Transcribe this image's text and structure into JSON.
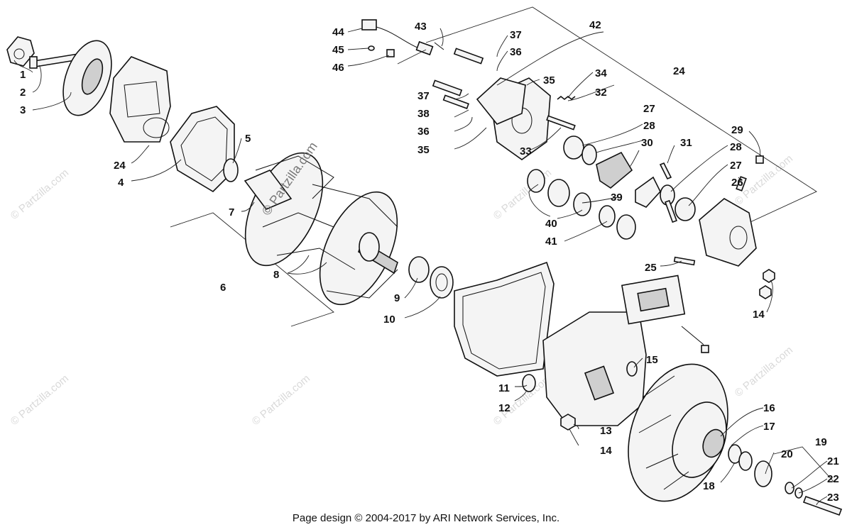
{
  "callouts": {
    "c1": "1",
    "c2": "2",
    "c3": "3",
    "c4": "4",
    "c5": "5",
    "c6": "6",
    "c7": "7",
    "c8": "8",
    "c9": "9",
    "c10": "10",
    "c11": "11",
    "c12": "12",
    "c13": "13",
    "c14a": "14",
    "c14b": "14",
    "c15": "15",
    "c16": "16",
    "c17": "17",
    "c18": "18",
    "c19": "19",
    "c20": "20",
    "c21": "21",
    "c22": "22",
    "c23": "23",
    "c24a": "24",
    "c24b": "24",
    "c25": "25",
    "c26": "26",
    "c27a": "27",
    "c27b": "27",
    "c28a": "28",
    "c28b": "28",
    "c29": "29",
    "c30": "30",
    "c31": "31",
    "c32": "32",
    "c33": "33",
    "c34": "34",
    "c35a": "35",
    "c35b": "35",
    "c36a": "36",
    "c36b": "36",
    "c37a": "37",
    "c37b": "37",
    "c38": "38",
    "c39": "39",
    "c40": "40",
    "c41": "41",
    "c42": "42",
    "c43": "43",
    "c44": "44",
    "c45": "45",
    "c46": "46"
  },
  "watermark": {
    "center_text": "© Partzilla.com",
    "repeat_text": "© Partzilla.com"
  },
  "footer": {
    "text": "Page design © 2004-2017 by ARI Network Services, Inc."
  }
}
